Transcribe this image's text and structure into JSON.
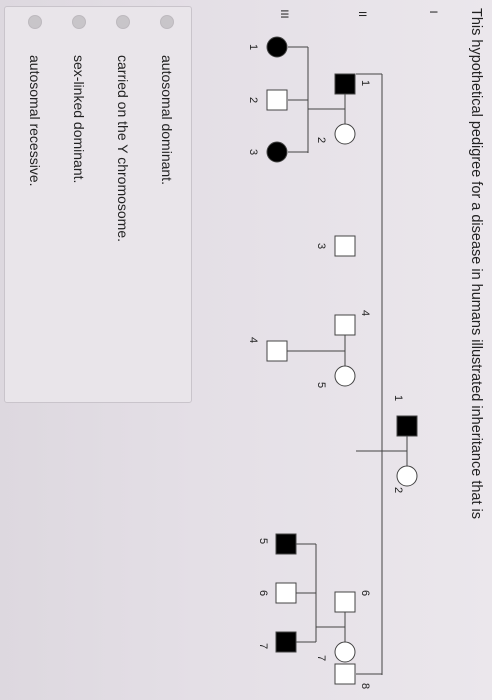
{
  "question": {
    "text": "This hypothetical pedigree for a disease in humans illustrated inheritance that is"
  },
  "pedigree": {
    "generation_labels": [
      "I",
      "II",
      "III"
    ],
    "generation_I": [
      "1",
      "2"
    ],
    "generation_II": [
      "1",
      "2",
      "3",
      "4",
      "5",
      "6",
      "7",
      "8"
    ],
    "generation_III": [
      "1",
      "2",
      "3",
      "4",
      "5",
      "6",
      "7"
    ]
  },
  "answers": {
    "options": [
      "autosomal dominant.",
      "carried on the Y chromosome.",
      "sex-linked dominant.",
      "autosomal recessive."
    ]
  },
  "colors": {
    "affected": "#000000",
    "unaffected": "#ffffff",
    "line": "#444444"
  }
}
